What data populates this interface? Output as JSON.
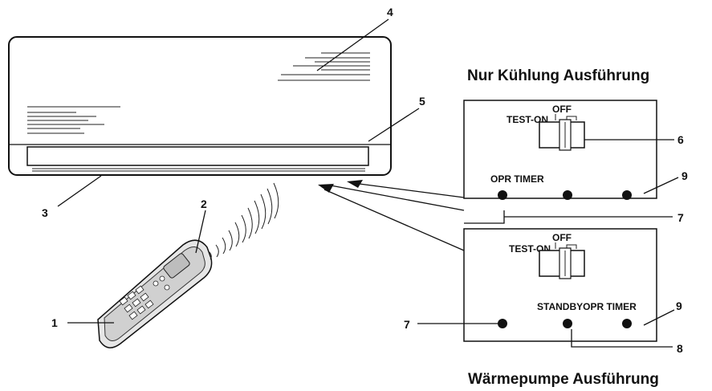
{
  "titles": {
    "top": "Nur Kühlung Ausführung",
    "bottom": "Wärmepumpe Ausführung"
  },
  "panel_top": {
    "switch_off": "OFF",
    "switch_test_on": "TEST-ON",
    "indicator_label": "OPR TIMER"
  },
  "panel_bottom": {
    "switch_off": "OFF",
    "switch_test_on": "TEST-ON",
    "indicator_label": "STANDBYOPR TIMER"
  },
  "callouts": {
    "c1": "1",
    "c2": "2",
    "c3": "3",
    "c4": "4",
    "c5": "5",
    "c6": "6",
    "c7a": "7",
    "c7b": "7",
    "c8": "8",
    "c9a": "9",
    "c9b": "9"
  }
}
